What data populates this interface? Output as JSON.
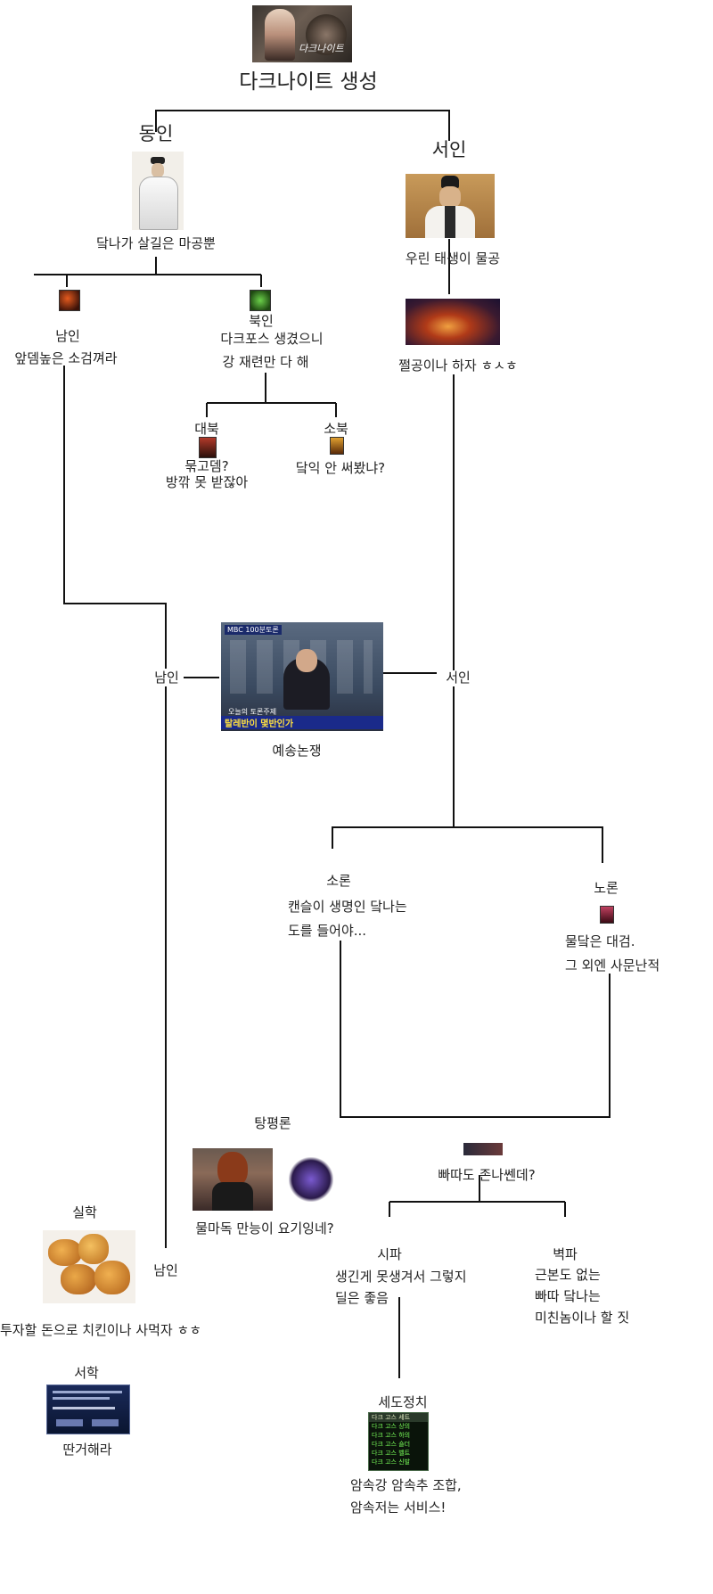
{
  "header": {
    "logo_text": "다크나이트",
    "title": "다크나이트 생성"
  },
  "factions": {
    "dongin": {
      "name": "동인",
      "caption": "닼나가 살길은 마공뿐"
    },
    "seoin": {
      "name": "서인",
      "caption": "우린 태생이 물공",
      "sub_caption": "쩔공이나 하자 ㅎㅅㅎ"
    },
    "namin": {
      "name": "남인",
      "caption": "앞뎀높은 소검껴라"
    },
    "bukin": {
      "name": "북인",
      "line1": "다크포스 생겼으니",
      "line2": "강 재련만 다 해"
    },
    "daebuk": {
      "name": "대북",
      "line1": "묶고뎀?",
      "line2": "방깎 못 받잖아"
    },
    "sobuk": {
      "name": "소북",
      "caption": "닼익 안 써봤냐?"
    }
  },
  "debate": {
    "left_label": "남인",
    "right_label": "서인",
    "caption": "예송논쟁",
    "screen_banner": "MBC 100분토론",
    "screen_subtitle": "오늘의 토론주제",
    "screen_topic": "탈레반이 몇반인가"
  },
  "soron": {
    "name": "소론",
    "line1": "캔슬이 생명인 닼나는",
    "line2": "도를 들어야..."
  },
  "noron": {
    "name": "노론",
    "line1": "물닼은 대검.",
    "line2": "그 외엔 사문난적"
  },
  "tangpyeong": {
    "name": "탕평론",
    "caption": "물마독 만능이 요기잉네?"
  },
  "ppata": {
    "caption": "빠따도 존나쎈데?"
  },
  "sipa": {
    "name": "시파",
    "line1": "생긴게 못생겨서 그렇지",
    "line2": "딜은 좋음"
  },
  "byeokpa": {
    "name": "벽파",
    "line1": "근본도 없는",
    "line2": "빠따 닼나는",
    "line3": "미친놈이나 할 짓"
  },
  "sildo": {
    "name": "세도정치",
    "line1": "암속강 암속추 조합,",
    "line2": "암속저는 서비스!"
  },
  "silhak": {
    "name": "실학",
    "caption": "투자할 돈으로 치킨이나 사먹자 ㅎㅎ"
  },
  "namin2": {
    "name": "남인"
  },
  "seohak": {
    "name": "서학",
    "caption": "딴거해라"
  },
  "set_list": [
    "다크 고스 세트",
    "다크 고스 상의",
    "다크 고스 하의",
    "다크 고스 숄더",
    "다크 고스 벨트",
    "다크 고스 신발"
  ]
}
